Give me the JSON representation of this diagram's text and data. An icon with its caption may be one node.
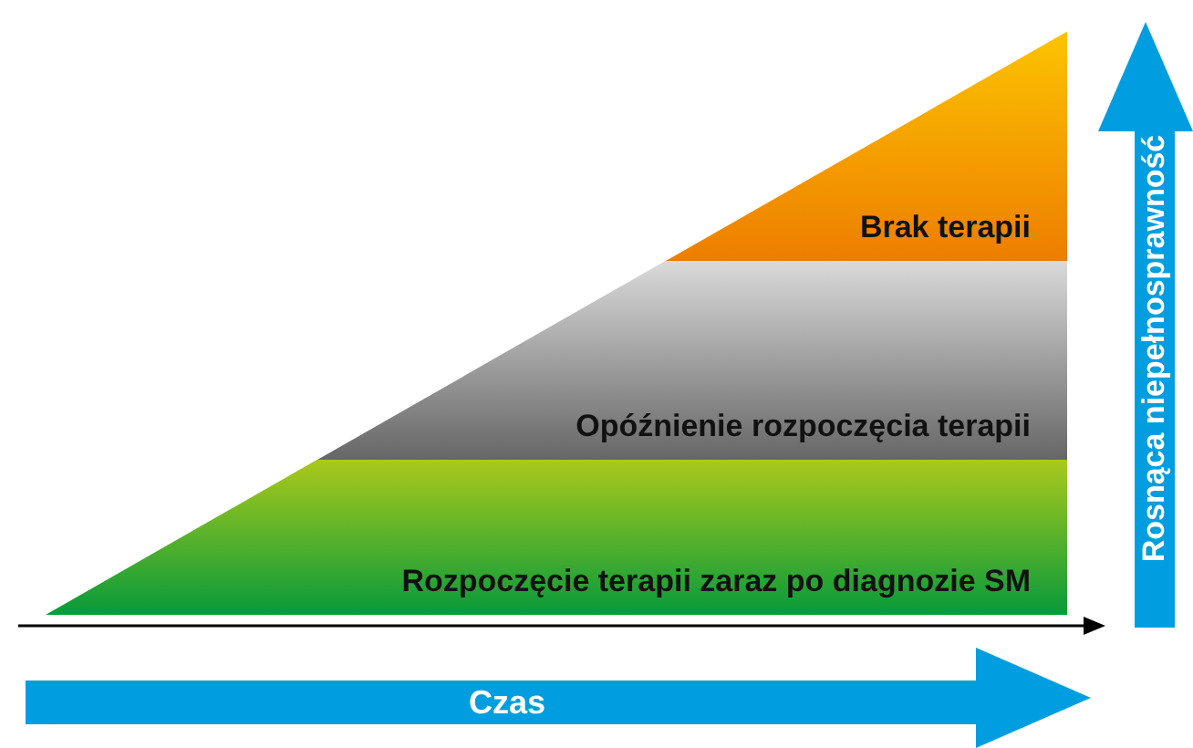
{
  "diagram": {
    "nodes": [
      {
        "text": [
          "Brak terapii"
        ]
      },
      {
        "text": [
          "Opóźnienie rozpoczęcia terapii"
        ]
      },
      {
        "text": [
          "Rozpoczęcie terapii zaraz po diagnozie SM"
        ]
      },
      {
        "text": [
          "Czas"
        ]
      },
      {
        "text": [
          "Rosnąca niepełnosprawność"
        ]
      }
    ]
  }
}
